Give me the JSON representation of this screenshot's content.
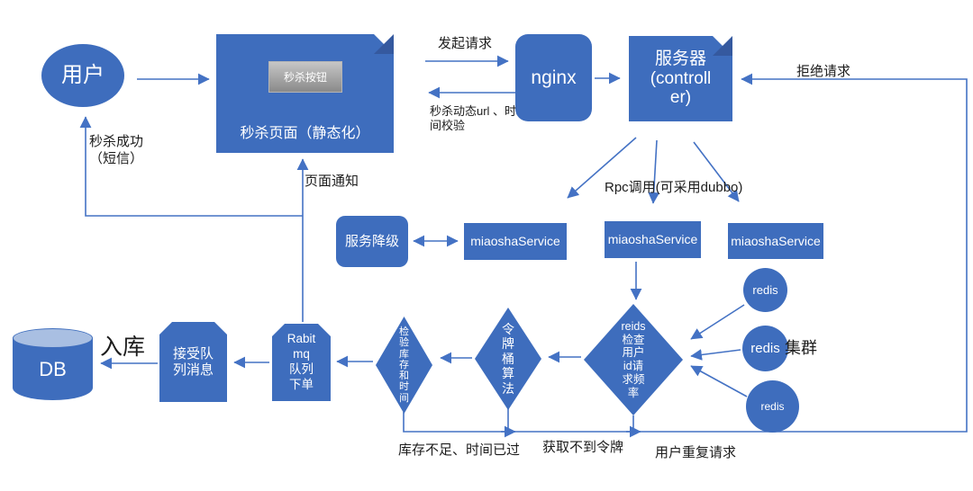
{
  "nodes": {
    "user": "用户",
    "page_button": "秒杀按钮",
    "page_title": "秒杀页面（静态化）",
    "nginx": "nginx",
    "server": "服务器\n(controll\ner)",
    "degrade": "服务降级",
    "svc1": "miaoshaService",
    "svc2": "miaoshaService",
    "svc3": "miaoshaService",
    "redis1": "redis",
    "redis2": "redis",
    "redis3": "redis",
    "freq_check": "reids\n检查\n用户\nid请\n求频\n率",
    "token_bucket": "令\n牌\n桶\n算\n法",
    "stock_check": "检\n验\n库\n存\n和\n时\n间",
    "rabbitmq": "Rabit\nmq\n队列\n下单",
    "receive_queue": "接受队\n列消息",
    "db": "DB"
  },
  "edges": {
    "initiate": "发起请求",
    "url_check": "秒杀动态url 、时\n间校验",
    "reject": "拒绝请求",
    "rpc": "Rpc调用(可采用dubbo)",
    "success_sms": "秒杀成功\n（短信）",
    "page_notify": "页面通知",
    "to_db": "入库",
    "cluster": "集群",
    "stock_fail": "库存不足、时间已过",
    "no_token": "获取不到令牌",
    "repeat": "用户重复请求"
  },
  "colors": {
    "shape_fill": "#3e6dbd",
    "line": "#4472c4",
    "cylinder_top": "#a9bfe2",
    "button_top": "#c6c6c6",
    "button_bottom": "#8a8a8a"
  }
}
